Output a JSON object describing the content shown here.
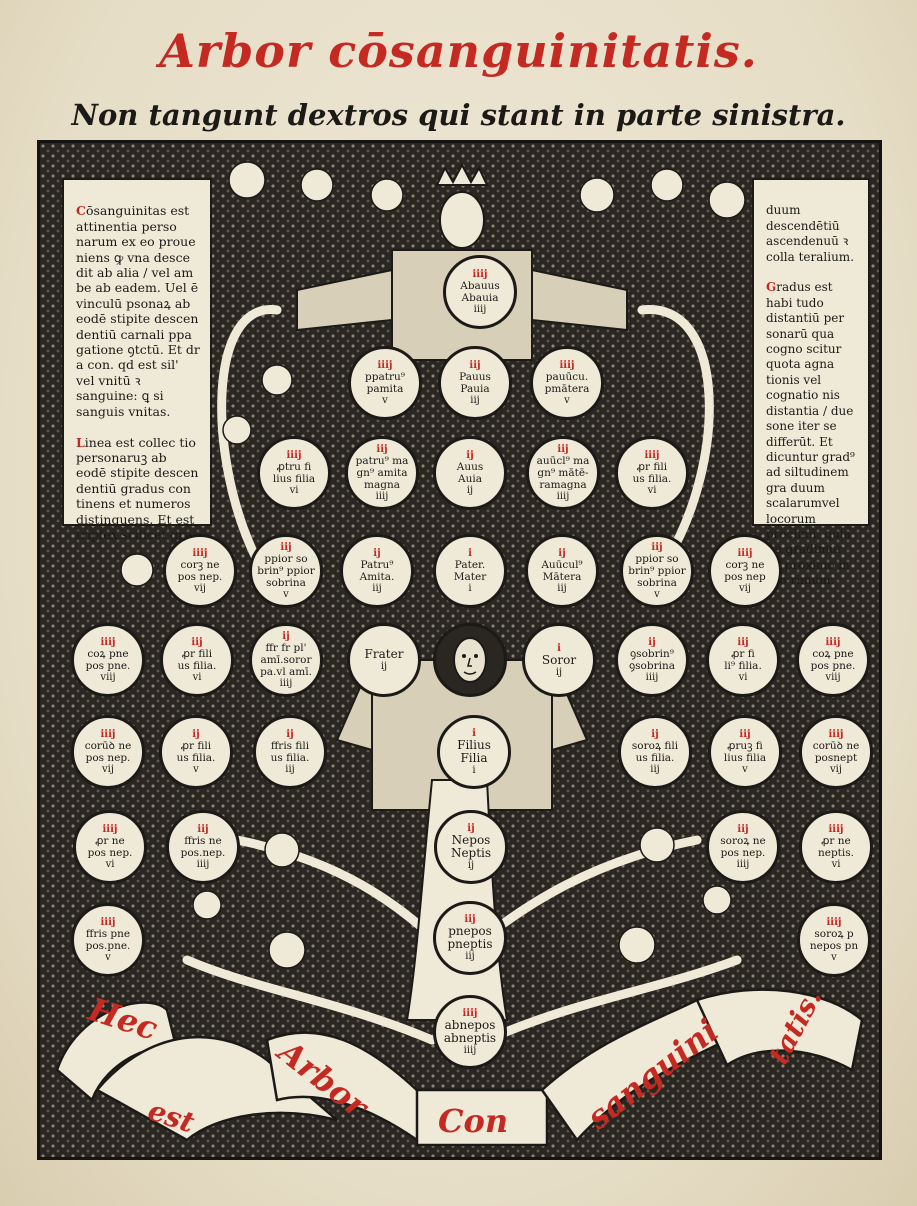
{
  "title": "Arbor cōsanguinitatis.",
  "subtitle": "Non tangunt dextros qui stant in parte sinistra.",
  "panel_left": {
    "paragraphs": [
      "Cōsanguinitas est attinentia perso narum ex eo proue niens ꝙ vna desce dit ab alia / vel am be ab eadem. Uel ē vinculū psonaꝝ ab eodē stipite descen dentiū carnali ppa gatione ꝯtctū. Et dr a con. qd est sil' vel vnitū ꝛ sanguine: ꝗ si sanguis vnitas.",
      "Linea est collec tio personaruꝫ ab eodē stipite descen dentiū gradus con tinens et numeros distinguens. Et est triplex scilicet gra-"
    ]
  },
  "panel_right": {
    "paragraphs": [
      "duum descendētiū ascendenuū ꝛ colla teralium.",
      "Gradus est habi tudo distantiū per sonarū qua cogno scitur quota agna tionis vel cognatio nis distantia / due sone iter se differūt. Et dicuntur grad⁹ ad siltudinem gra duum scalarumvel locorum proclinū: quia ita gradimur de proximo in pro rimum."
    ]
  },
  "nodes": [
    {
      "id": "abavus",
      "degree": "iiij",
      "text": "Abauus\nAbauia",
      "num": "iiij"
    },
    {
      "id": "propatruus",
      "degree": "iiij",
      "text": "ppatru⁹\npamita",
      "num": "v"
    },
    {
      "id": "proavus",
      "degree": "iij",
      "text": "Pauus\nPauia",
      "num": "iij"
    },
    {
      "id": "proavunculus",
      "degree": "iiij",
      "text": "pauūcu.\npmātera",
      "num": "v"
    },
    {
      "id": "propatrui-filius",
      "degree": "iiij",
      "text": "ꝓtru fi\nlius filia",
      "num": "vi"
    },
    {
      "id": "patruus-magnus",
      "degree": "iij",
      "text": "patru⁹ ma\ngn⁹ amita\nmagna",
      "num": "iiij"
    },
    {
      "id": "avus",
      "degree": "ij",
      "text": "Auus\nAuia",
      "num": "ij"
    },
    {
      "id": "avunculus-magnus",
      "degree": "iij",
      "text": "auūcl⁹ ma\ngn⁹ mātē-\nramagna",
      "num": "iiij"
    },
    {
      "id": "proavunculi-filius",
      "degree": "iiij",
      "text": "ꝓr fili\nus filia.",
      "num": "vi"
    },
    {
      "id": "consobrinorum-nepos-l",
      "degree": "iiij",
      "text": "corꝫ ne\npos nep.",
      "num": "vij"
    },
    {
      "id": "prior-sobrinus-l",
      "degree": "iij",
      "text": "ppior so\nbrin⁹ ppior\nsobrina",
      "num": "v"
    },
    {
      "id": "patruus",
      "degree": "ij",
      "text": "Patru⁹\nAmita.",
      "num": "iij"
    },
    {
      "id": "pater",
      "degree": "i",
      "text": "Pater.\nMater",
      "num": "i"
    },
    {
      "id": "avunculus",
      "degree": "ij",
      "text": "Auūcul⁹\nMātera",
      "num": "iij"
    },
    {
      "id": "prior-sobrinus-r",
      "degree": "iij",
      "text": "ppior so\nbrin⁹ ppior\nsobrina",
      "num": "v"
    },
    {
      "id": "consobrinorum-nepos-r",
      "degree": "iiij",
      "text": "corꝫ ne\npos nep",
      "num": "vij"
    },
    {
      "id": "consobrinorum-pronepos-l",
      "degree": "iiij",
      "text": "coꝝ pne\npos pne.",
      "num": "viij"
    },
    {
      "id": "propatrui-filius-2",
      "degree": "iij",
      "text": "ꝓr fili\nus filia.",
      "num": "vi"
    },
    {
      "id": "frater-patris-filius",
      "degree": "ij",
      "text": "ffr fr pl'\namī.soror\npa.vl amī.",
      "num": "iiij"
    },
    {
      "id": "frater",
      "degree": "",
      "text": "Frater",
      "num": "ij"
    },
    {
      "id": "soror",
      "degree": "i",
      "text": "Soror",
      "num": "ij"
    },
    {
      "id": "consobrinus",
      "degree": "ij",
      "text": "ꝯsobrin⁹\nꝯsobrina",
      "num": "iiij"
    },
    {
      "id": "proavunculi-filius-2",
      "degree": "iij",
      "text": "ꝓr fi\nli⁹ filia.",
      "num": "vi"
    },
    {
      "id": "consobrinorum-pronepos-r",
      "degree": "iiij",
      "text": "coꝝ pne\npos pne.",
      "num": "viij"
    },
    {
      "id": "consobrinorum-nepos-2l",
      "degree": "iiij",
      "text": "corūꝺ ne\npos nep.",
      "num": "vij"
    },
    {
      "id": "propatrui-filius-3",
      "degree": "ij",
      "text": "ꝓr fili\nus filia.",
      "num": "v"
    },
    {
      "id": "fratris-filius",
      "degree": "ij",
      "text": "ffris fili\nus filia.",
      "num": "iij"
    },
    {
      "id": "filius",
      "degree": "i",
      "text": "Filius\nFilia",
      "num": "i"
    },
    {
      "id": "sororis-filius",
      "degree": "ij",
      "text": "soroꝝ fili\nus filia.",
      "num": "iij"
    },
    {
      "id": "proavunculi-filius-3",
      "degree": "iij",
      "text": "ꝓruꝫ fi\nlius filia",
      "num": "v"
    },
    {
      "id": "consobrinorum-nepos-2r",
      "degree": "iiij",
      "text": "corūꝺ ne\nposnept",
      "num": "vij"
    },
    {
      "id": "proavunculi-nepos-l",
      "degree": "iiij",
      "text": "ꝓr ne\npos nep.",
      "num": "vi"
    },
    {
      "id": "fratris-nepos",
      "degree": "iij",
      "text": "ffris ne\npos.nep.",
      "num": "iiij"
    },
    {
      "id": "nepos",
      "degree": "ij",
      "text": "Nepos\nNeptis",
      "num": "ij"
    },
    {
      "id": "sororis-nepos",
      "degree": "iij",
      "text": "soroꝝ ne\npos nep.",
      "num": "iiij"
    },
    {
      "id": "proavunculi-nepos-r",
      "degree": "iiij",
      "text": "ꝓr ne\nneptis.",
      "num": "vi"
    },
    {
      "id": "fratris-pronepos",
      "degree": "iiij",
      "text": "ffris pne\npos.pne.",
      "num": "v"
    },
    {
      "id": "pronepos",
      "degree": "iij",
      "text": "pnepos\npneptis",
      "num": "iij"
    },
    {
      "id": "sororis-pronepos",
      "degree": "iiij",
      "text": "soroꝝ p\nnepos pn",
      "num": "v"
    },
    {
      "id": "abnepos",
      "degree": "iiij",
      "text": "abnepos\nabneptis",
      "num": "iiij"
    }
  ],
  "banner": {
    "words": [
      "Hec",
      "est",
      "Arbor",
      "Con",
      "sanguini",
      "tatis."
    ]
  },
  "colors": {
    "rubric": "#c42a22",
    "ink": "#1b1a17",
    "paper": "#efe9d8"
  }
}
